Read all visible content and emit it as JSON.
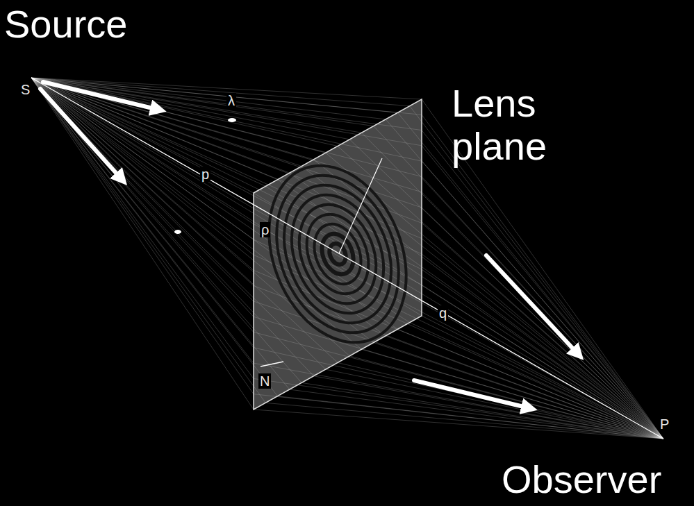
{
  "diagram": {
    "labels": [
      "Source",
      "S",
      "λ",
      "Lens plane",
      "p",
      "ρ",
      "q",
      "N",
      "P",
      "Observer"
    ]
  }
}
